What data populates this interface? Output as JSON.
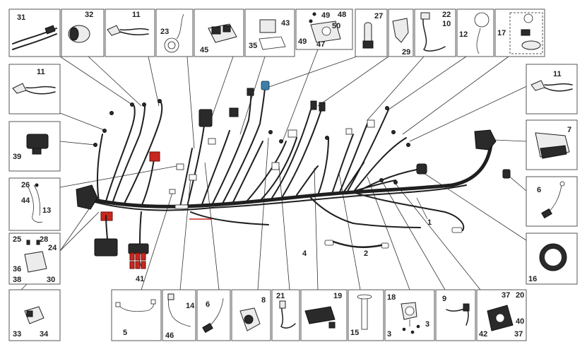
{
  "callouts": {
    "c31": "31",
    "c32": "32",
    "c11a": "11",
    "c23": "23",
    "c45": "45",
    "c35": "35",
    "c43": "43",
    "c49a": "49",
    "c48": "48",
    "c50": "50",
    "c49b": "49",
    "c47": "47",
    "c27": "27",
    "c29": "29",
    "c22": "22",
    "c10": "10",
    "c12": "12",
    "c17": "17",
    "c11b": "11",
    "c11c": "11",
    "c7": "7",
    "c39": "39",
    "c26": "26",
    "c44": "44",
    "c13": "13",
    "c6a": "6",
    "c25": "25",
    "c28": "28",
    "c24": "24",
    "c36": "36",
    "c38": "38",
    "c30": "30",
    "c1": "1",
    "c4": "4",
    "c2": "2",
    "c41": "41",
    "c16": "16",
    "c33": "33",
    "c34": "34",
    "c5": "5",
    "c14": "14",
    "c46": "46",
    "c6b": "6",
    "c8": "8",
    "c21": "21",
    "c19": "19",
    "c15": "15",
    "c18": "18",
    "c3a": "3",
    "c3b": "3",
    "c9": "9",
    "c37a": "37",
    "c20": "20",
    "c40": "40",
    "c42": "42",
    "c37b": "37"
  },
  "colors": {
    "wire": "#1f1f1f",
    "relay_red": "#c8281e",
    "connector_blue": "#3e7fa8",
    "frame": "#555555"
  }
}
